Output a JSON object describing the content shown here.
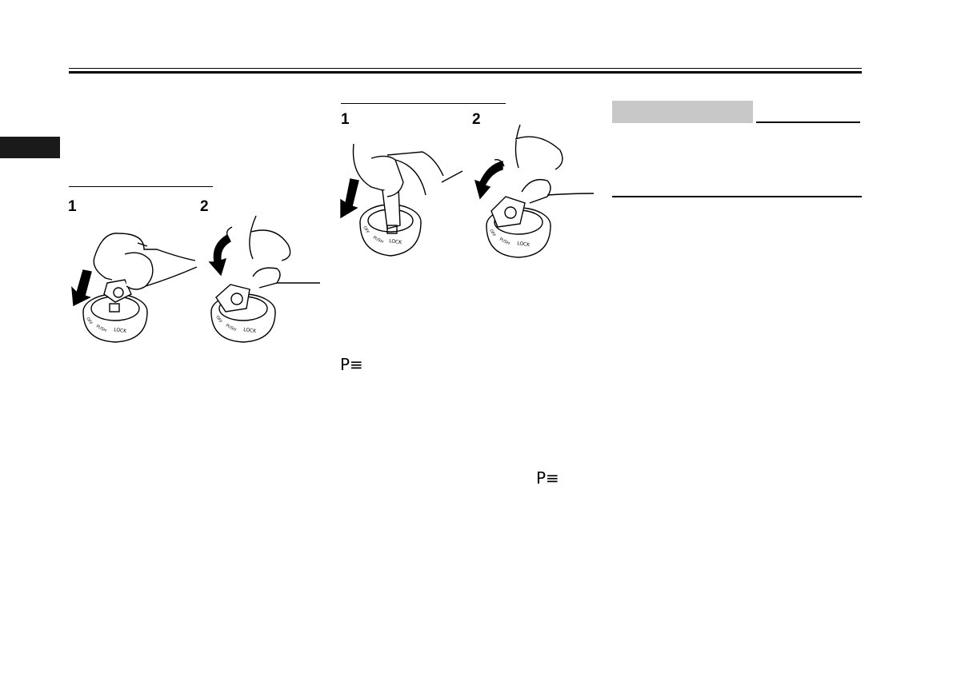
{
  "colors": {
    "ink": "#000000",
    "paper": "#ffffff",
    "side_tab": "#1a1a1a",
    "shaded_heading": "#c8c8c8"
  },
  "figure_left": {
    "step_1": "1",
    "step_2": "2",
    "dial_labels": [
      "LOCK",
      "PUSH",
      "OFF"
    ]
  },
  "figure_middle": {
    "step_1": "1",
    "step_2": "2",
    "dial_labels": [
      "LOCK",
      "PUSH",
      "OFF"
    ]
  },
  "parking_symbol_1": "P≡",
  "parking_symbol_2": "P≡",
  "icons": {
    "push_arrow": "down-arrow-icon",
    "turn_arrow": "curved-arrow-icon",
    "parking_light": "parking-light-icon"
  }
}
